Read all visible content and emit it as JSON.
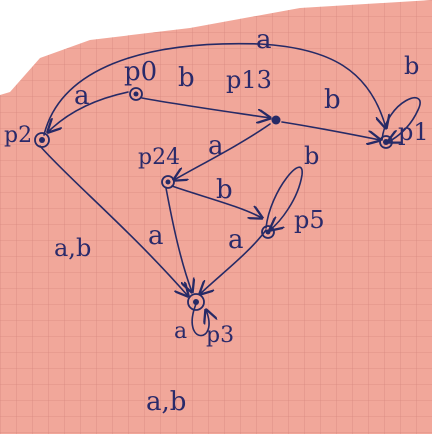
{
  "diagram": {
    "states": {
      "p0": "p0",
      "p13": "p13",
      "p1": "p1",
      "p2": "p2",
      "p24": "p24",
      "p5": "p5",
      "p3": "p3"
    },
    "edge_labels": {
      "p2_to_p1_top": "a",
      "p0_to_p2": "a",
      "p0_to_p13": "b",
      "p13_to_p1": "b",
      "p1_self": "b",
      "p13_to_p24": "a",
      "p24_to_p5": "b",
      "p5_self": "b",
      "p24_to_p3": "a",
      "p5_to_p3": "a",
      "p2_to_p3": "a,b",
      "p3_self": "a",
      "bottom_label": "a,b"
    },
    "colors": {
      "paper": "#f1a79a",
      "grid": "#d88a80",
      "ink": "#262a66"
    }
  }
}
